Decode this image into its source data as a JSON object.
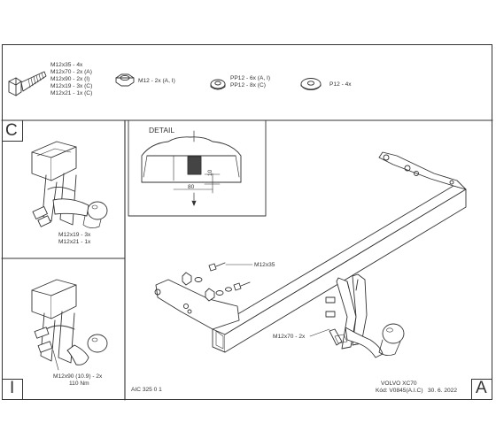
{
  "parts": {
    "bolt_lines": [
      "M12x35 - 4x",
      "M12x70 - 2x (A)",
      "M12x90 - 2x (I)",
      "M12x19 - 3x (C)",
      "M12x21 - 1x (C)"
    ],
    "nut_label": "M12 - 2x (A, I)",
    "washer_lines": [
      "PP12 - 6x (A, I)",
      "PP12 - 8x (C)"
    ],
    "flat_washer_label": "P12 - 4x"
  },
  "detail": {
    "title": "DETAIL",
    "dim_horizontal": "80",
    "dim_vertical": "10"
  },
  "panel_c": {
    "letter": "C",
    "bolt_labels": [
      "M12x19 - 3x",
      "M12x21 - 1x"
    ]
  },
  "panel_i": {
    "letter": "I",
    "bolt_labels": [
      "M12x90 (10.9) - 2x",
      "110 Nm"
    ]
  },
  "main": {
    "label_top": "M12x35",
    "label_bottom": "M12x70 - 2x"
  },
  "footer": {
    "drawing_code": "AIC 325 0 1",
    "vehicle": "VOLVO XC70",
    "kod_line": "Kód: V0845(A.I.C)   30. 6. 2022",
    "panel_letter": "A"
  }
}
